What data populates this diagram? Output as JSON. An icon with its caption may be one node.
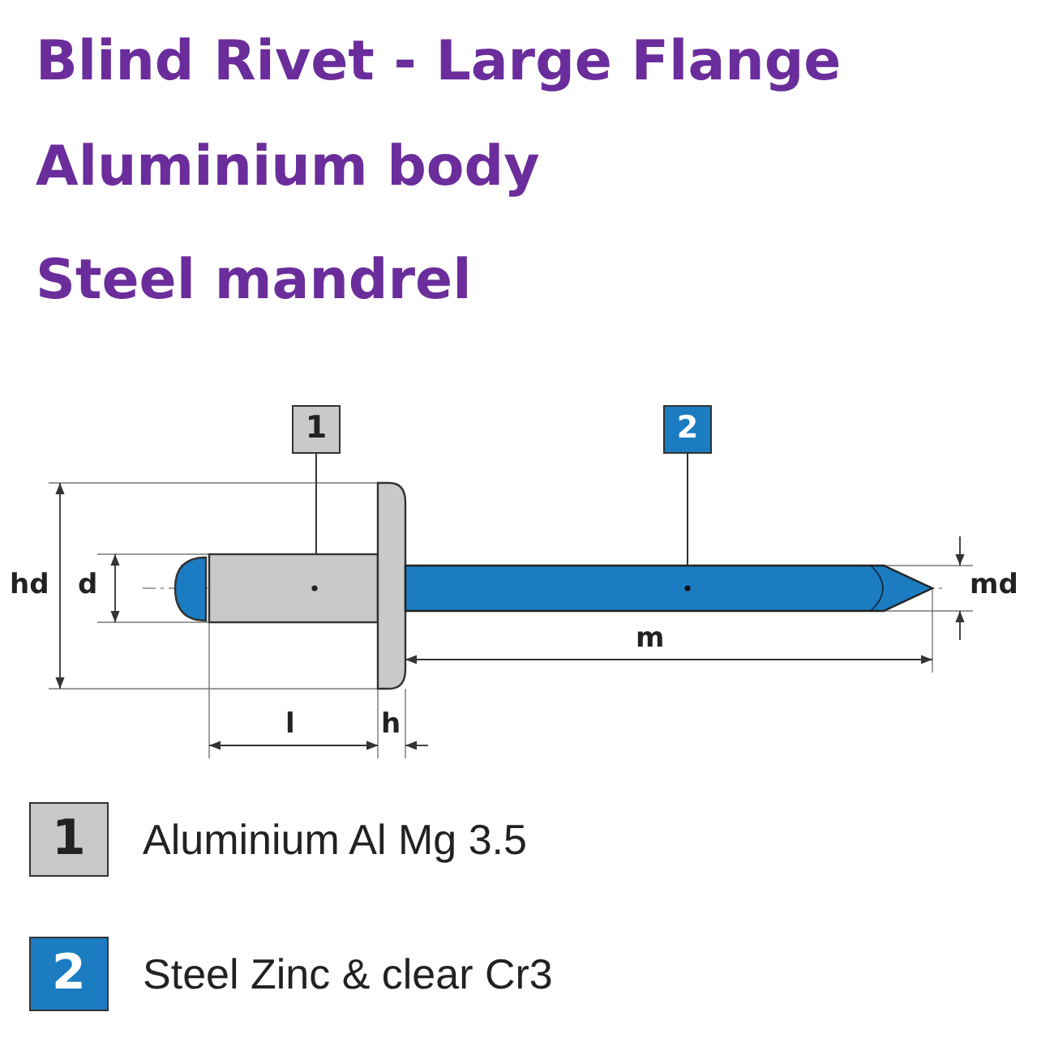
{
  "diagram": {
    "title": "Blind Rivet - Large Flange",
    "nodes": [
      {
        "text": [
          "1"
        ]
      },
      {
        "text": [],
        "shape": "picture"
      },
      {
        "text": [
          "2"
        ]
      },
      {
        "text": [],
        "shape": "picture"
      }
    ],
    "edges": [
      {
        "from": 0,
        "to": 1,
        "arrow": "none"
      },
      {
        "from": 2,
        "to": 3,
        "arrow": "none"
      }
    ],
    "labels": [
      "Aluminium body",
      "Steel mandrel",
      "hd",
      "d",
      "md",
      "m",
      "l",
      "h",
      "1",
      "2"
    ],
    "legend": [
      {
        "text": "Aluminium Al Mg 3.5",
        "color": "#c9c9c9"
      },
      {
        "text": "Steel Zinc & clear Cr3",
        "color": "#1b7cc1"
      }
    ]
  }
}
